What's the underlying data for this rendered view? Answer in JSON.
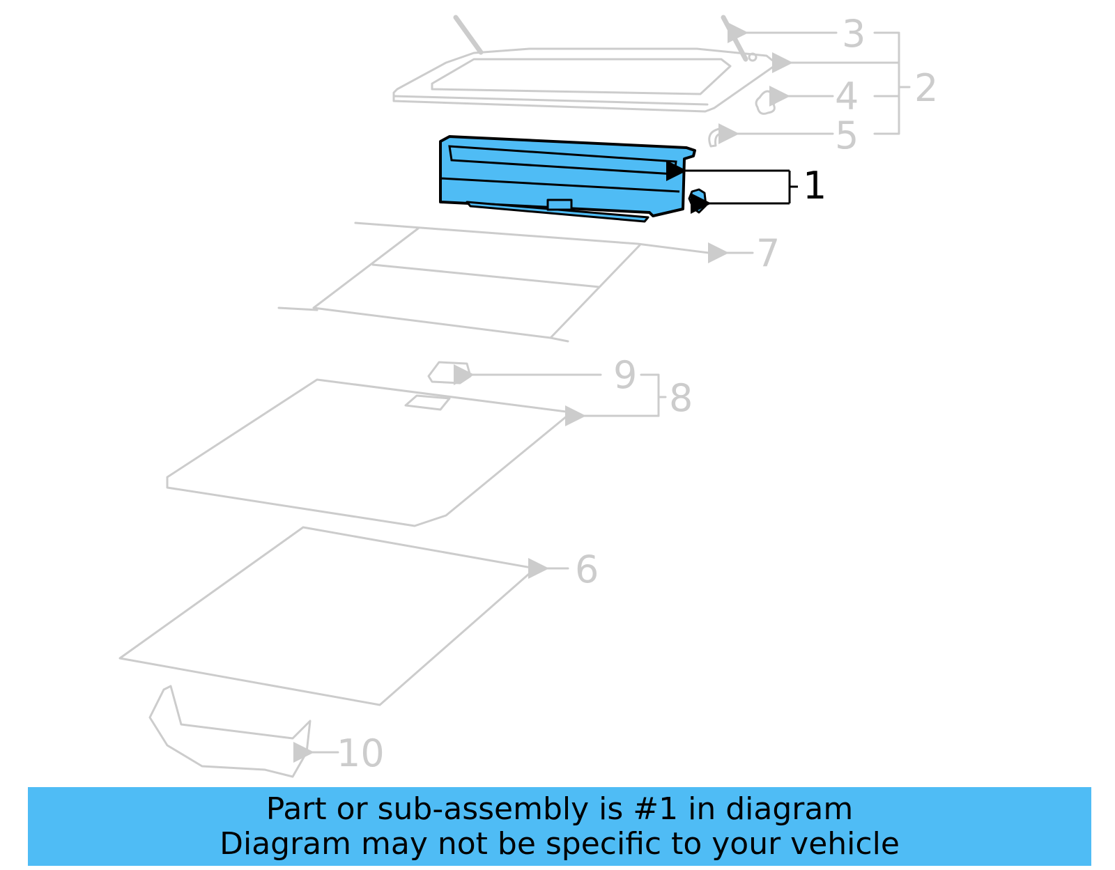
{
  "diagram": {
    "highlight_color": "#4fbcf5",
    "line_color": "#cccccc",
    "callouts": [
      {
        "id": "1",
        "label": "1",
        "active": true
      },
      {
        "id": "2",
        "label": "2",
        "active": false
      },
      {
        "id": "3",
        "label": "3",
        "active": false
      },
      {
        "id": "4",
        "label": "4",
        "active": false
      },
      {
        "id": "5",
        "label": "5",
        "active": false
      },
      {
        "id": "6",
        "label": "6",
        "active": false
      },
      {
        "id": "7",
        "label": "7",
        "active": false
      },
      {
        "id": "8",
        "label": "8",
        "active": false
      },
      {
        "id": "9",
        "label": "9",
        "active": false
      },
      {
        "id": "10",
        "label": "10",
        "active": false
      }
    ]
  },
  "banner": {
    "line1": "Part or sub-assembly is #1 in diagram",
    "line2": "Diagram may not be specific to your vehicle",
    "background": "#4fbcf5"
  }
}
